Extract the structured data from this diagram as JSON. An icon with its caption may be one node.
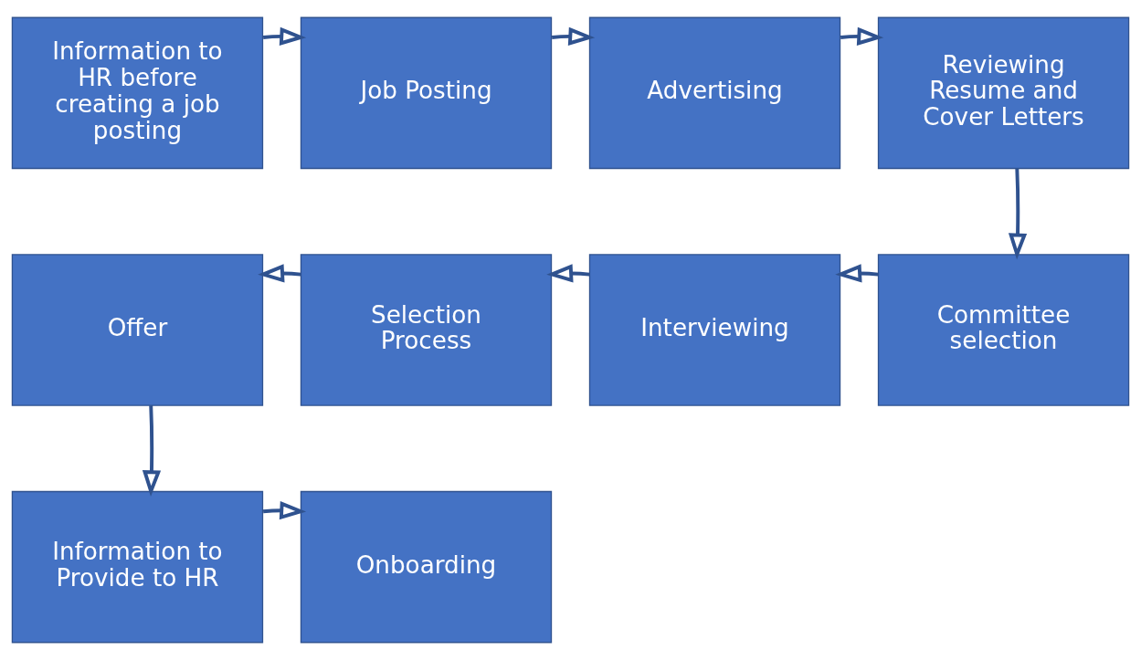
{
  "diagram": {
    "nodes": [
      {
        "text": [
          "Information to HR before creating a job posting"
        ]
      },
      {
        "text": [
          "Job Posting"
        ]
      },
      {
        "text": [
          "Advertising"
        ]
      },
      {
        "text": [
          "Reviewing Resume and Cover Letters"
        ]
      },
      {
        "text": [
          "Offer"
        ]
      },
      {
        "text": [
          "Selection Process"
        ]
      },
      {
        "text": [
          "Interviewing"
        ]
      },
      {
        "text": [
          "Committee selection"
        ]
      },
      {
        "text": [
          "Information to Provide to HR"
        ]
      },
      {
        "text": [
          "Onboarding"
        ]
      }
    ],
    "edges": [
      {
        "from": 0,
        "to": 1,
        "arrow": "to"
      },
      {
        "from": 1,
        "to": 2,
        "arrow": "to"
      },
      {
        "from": 2,
        "to": 3,
        "arrow": "to"
      },
      {
        "from": 3,
        "to": 7,
        "arrow": "to"
      },
      {
        "from": 7,
        "to": 6,
        "arrow": "to"
      },
      {
        "from": 6,
        "to": 5,
        "arrow": "to"
      },
      {
        "from": 5,
        "to": 4,
        "arrow": "to"
      },
      {
        "from": 4,
        "to": 8,
        "arrow": "to"
      },
      {
        "from": 8,
        "to": 9,
        "arrow": "to"
      }
    ]
  }
}
